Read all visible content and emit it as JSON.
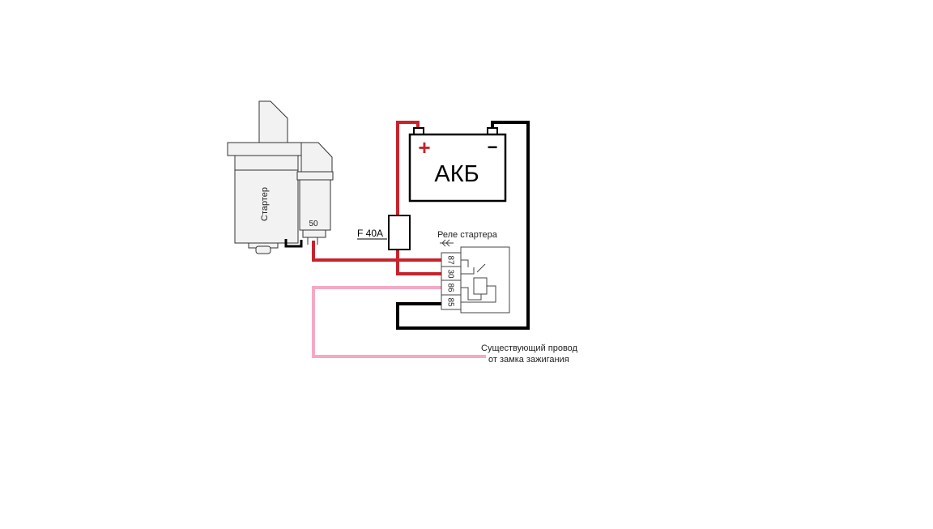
{
  "starter": {
    "label": "Стартер",
    "terminal": "50"
  },
  "battery": {
    "label": "АКБ",
    "plus": "+",
    "minus": "−"
  },
  "fuse": {
    "label": "F 40A"
  },
  "relay": {
    "title": "Реле стартера",
    "pins": [
      "87",
      "30",
      "86",
      "85"
    ]
  },
  "note": {
    "line1": "Существующий провод",
    "line2": "от замка зажигания"
  },
  "colors": {
    "power": "#c8232c",
    "ground": "#000000",
    "ignition": "#f4a9c2",
    "outline": "#000000",
    "starter_body": "#f2f2f2"
  }
}
